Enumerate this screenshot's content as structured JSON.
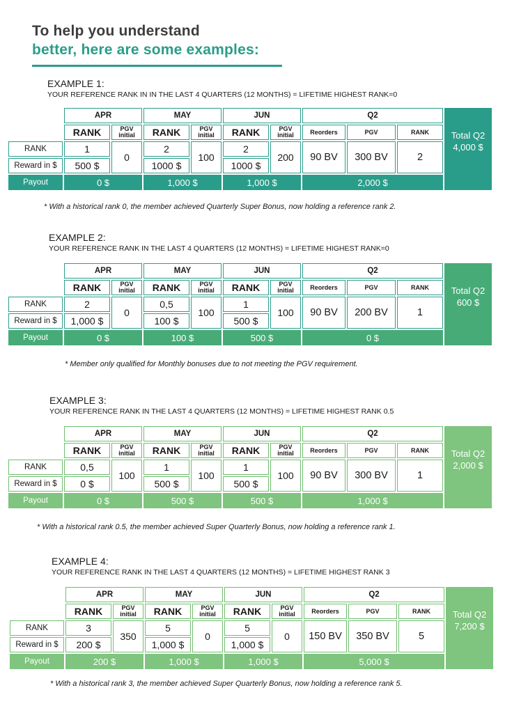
{
  "header": {
    "line1": "To help you understand",
    "line2": "better, here are some examples:"
  },
  "colors": {
    "teal": "#2a9d8a",
    "green": "#7fc47f",
    "mid_green": "#47ab78"
  },
  "common": {
    "months": [
      "APR",
      "MAY",
      "JUN"
    ],
    "quarter": "Q2",
    "rank_header": "RANK",
    "pgv_header_l1": "PGV",
    "pgv_header_l2": "initial",
    "reorders_header": "Reorders",
    "pgv_q_header": "PGV",
    "rank_q_header": "RANK",
    "row_rank": "RANK",
    "row_reward": "Reward in $",
    "row_payout": "Payout",
    "total_label": "Total Q2"
  },
  "examples": [
    {
      "title": "EXAMPLE 1:",
      "subtitle": "YOUR REFERENCE RANK IN IN THE LAST 4 QUARTERS (12 MONTHS) = LIFETIME HIGHEST RANK=0",
      "apr": {
        "rank": "1",
        "reward": "500 $",
        "pgv": "0",
        "payout": "0 $"
      },
      "may": {
        "rank": "2",
        "reward": "1000 $",
        "pgv": "100",
        "payout": "1,000 $"
      },
      "jun": {
        "rank": "2",
        "reward": "1000 $",
        "pgv": "200",
        "payout": "1,000 $"
      },
      "q2": {
        "reorders": "90 BV",
        "pgv": "300 BV",
        "rank": "2",
        "payout": "2,000 $"
      },
      "total": "4,000 $",
      "note": "* With a historical rank 0, the member achieved Quarterly Super Bonus, now holding a reference rank 2."
    },
    {
      "title": "EXAMPLE 2:",
      "subtitle": "YOUR REFERENCE RANK IN THE LAST 4 QUARTERS (12 MONTHS) = LIFETIME HIGHEST RANK=0",
      "apr": {
        "rank": "2",
        "reward": "1,000 $",
        "pgv": "0",
        "payout": "0 $"
      },
      "may": {
        "rank": "0,5",
        "reward": "100 $",
        "pgv": "100",
        "payout": "100 $"
      },
      "jun": {
        "rank": "1",
        "reward": "500 $",
        "pgv": "100",
        "payout": "500 $"
      },
      "q2": {
        "reorders": "90 BV",
        "pgv": "200 BV",
        "rank": "1",
        "payout": "0 $"
      },
      "total": "600 $",
      "note": "* Member only qualified for Monthly bonuses due to not meeting the PGV requirement."
    },
    {
      "title": "EXAMPLE 3:",
      "subtitle": "YOUR REFERENCE RANK IN THE LAST 4 QUARTERS (12 MONTHS)  = LIFETIME HIGHEST RANK 0.5",
      "apr": {
        "rank": "0,5",
        "reward": "0 $",
        "pgv": "100",
        "payout": "0 $"
      },
      "may": {
        "rank": "1",
        "reward": "500 $",
        "pgv": "100",
        "payout": "500 $"
      },
      "jun": {
        "rank": "1",
        "reward": "500 $",
        "pgv": "100",
        "payout": "500 $"
      },
      "q2": {
        "reorders": "90 BV",
        "pgv": "300 BV",
        "rank": "1",
        "payout": "1,000 $"
      },
      "total": "2,000 $",
      "note": "* With a historical rank 0.5, the member achieved Super Quarterly Bonus, now holding a reference rank 1."
    },
    {
      "title": "EXAMPLE 4:",
      "subtitle": "YOUR REFERENCE RANK IN THE LAST 4 QUARTERS (12 MONTHS) = LIFETIME HIGHEST RANK 3",
      "apr": {
        "rank": "3",
        "reward": "200 $",
        "pgv": "350",
        "payout": "200 $"
      },
      "may": {
        "rank": "5",
        "reward": "1,000 $",
        "pgv": "0",
        "payout": "1,000 $"
      },
      "jun": {
        "rank": "5",
        "reward": "1,000 $",
        "pgv": "0",
        "payout": "1,000 $"
      },
      "q2": {
        "reorders": "150 BV",
        "pgv": "350 BV",
        "rank": "5",
        "payout": "5,000 $"
      },
      "total": "7,200 $",
      "note": "* With a historical rank 3, the member achieved Super Quarterly Bonus, now holding a reference rank 5."
    }
  ]
}
